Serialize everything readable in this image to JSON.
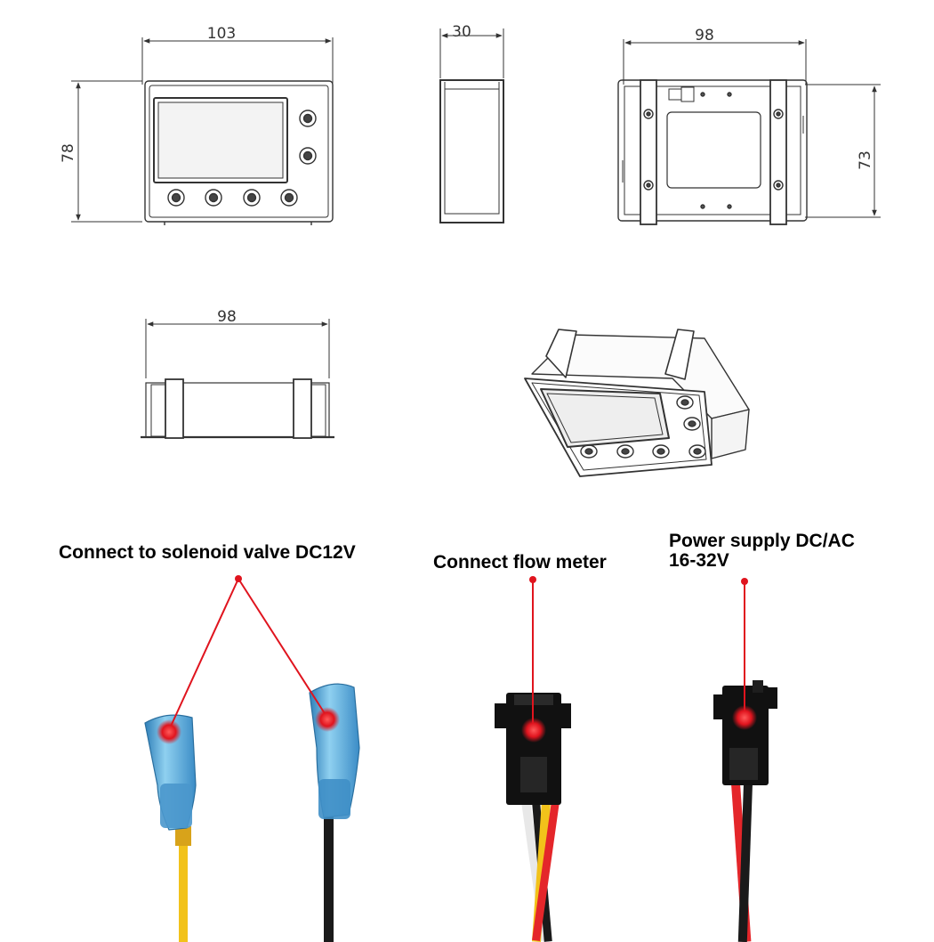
{
  "drawing": {
    "front_width": "103",
    "front_height": "78",
    "side_depth": "30",
    "back_width": "98",
    "back_height": "73",
    "bottom_width": "98"
  },
  "wiring": {
    "label_solenoid": "Connect to solenoid valve DC12V",
    "label_flow": "Connect flow meter",
    "label_power_line1": "Power supply DC/AC",
    "label_power_line2": "16-32V"
  },
  "colors": {
    "pointer": "#e0141e",
    "terminal_blue": "#4fa8d8",
    "wire_yellow": "#f2c21a",
    "wire_red": "#e4262a",
    "wire_black": "#1a1a1a",
    "connector_black": "#111111"
  }
}
